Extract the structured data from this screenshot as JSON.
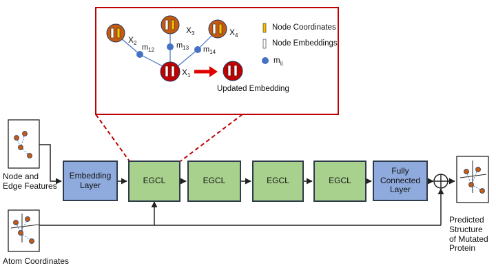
{
  "inset": {
    "nodes": {
      "x2": {
        "label": "X",
        "sub": "2"
      },
      "x3": {
        "label": "X",
        "sub": "3"
      },
      "x4": {
        "label": "X",
        "sub": "4"
      },
      "x1": {
        "label": "X",
        "sub": "1"
      }
    },
    "messages": {
      "m12": {
        "label": "m",
        "sub": "12"
      },
      "m13": {
        "label": "m",
        "sub": "13"
      },
      "m14": {
        "label": "m",
        "sub": "14"
      }
    },
    "legend": {
      "coordinates": "Node Coordinates",
      "embeddings": "Node Embeddings",
      "message": {
        "label": "m",
        "sub": "ij"
      }
    },
    "updated_label": "Updated Embedding"
  },
  "pipeline": {
    "embedding_layer": "Embedding\nLayer",
    "egcl_1": "EGCL",
    "egcl_2": "EGCL",
    "egcl_3": "EGCL",
    "egcl_4": "EGCL",
    "fc_layer": "Fully\nConnected\nLayer"
  },
  "inputs": {
    "features_label": "Node and\nEdge Features",
    "coords_label": "Atom Coordinates"
  },
  "output": {
    "label": "Predicted\nStructure\nof Mutated\nProtein"
  },
  "colors": {
    "egcl_fill": "#a9d18e",
    "dense_fill": "#8faadc",
    "orange_node": "#c55a11",
    "red_node": "#c00000",
    "message_node": "#4472c4",
    "inset_border": "#c00000"
  }
}
